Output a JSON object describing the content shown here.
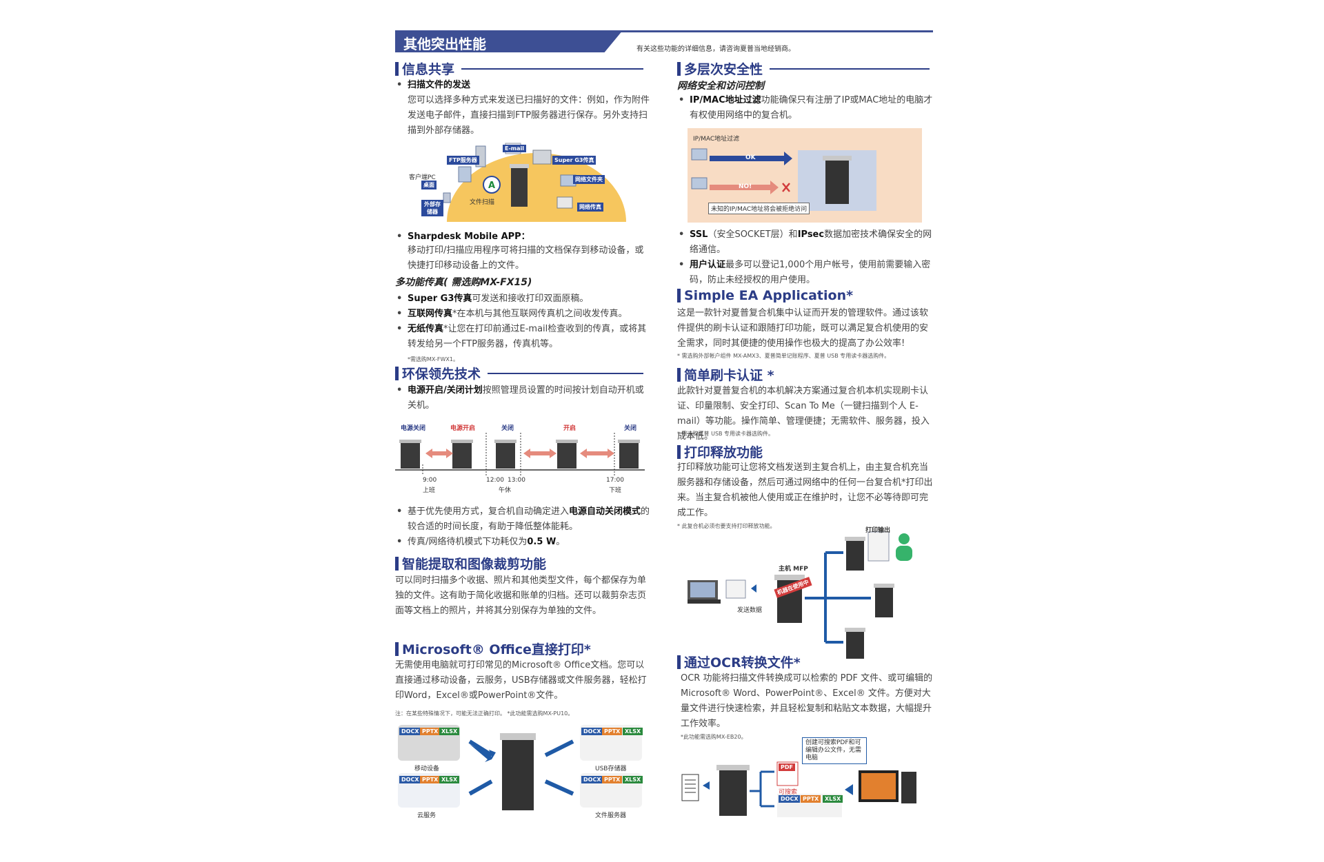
{
  "banner": {
    "title": "其他突出性能",
    "note": "有关这些功能的详细信息，请咨询夏普当地经销商。"
  },
  "left": {
    "info_share": {
      "heading": "信息共享",
      "b1_title": "扫描文件的发送",
      "b1_text": "您可以选择多种方式来发送已扫描好的文件：例如，作为附件发送电子邮件，直接扫描到FTP服务器进行保存。另外支持扫描到外部存储器。",
      "diagram": {
        "email": "E-mail",
        "ftp": "FTP服务器",
        "super_g3": "Super G3传真",
        "client_pc": "客户端PC",
        "desktop": "桌面",
        "network_folder": "网络文件夹",
        "file_scan": "文件扫描",
        "external": "外部存储器",
        "network_fax": "网络传真"
      },
      "b2_title": "Sharpdesk Mobile APP：",
      "b2_text": "移动打印/扫描应用程序可将扫描的文档保存到移动设备，或快捷打印移动设备上的文件。"
    },
    "fax": {
      "subheading": "多功能传真( 需选购MX-FX15)",
      "items": [
        {
          "bold": "Super G3传真",
          "text": "可发送和接收打印双面原稿。"
        },
        {
          "bold": "互联网传真",
          "text": "*在本机与其他互联网传真机之间收发传真。"
        },
        {
          "bold": "无纸传真",
          "text": "*让您在打印前通过E-mail检查收到的传真，或将其转发给另一个FTP服务器，传真机等。"
        }
      ],
      "footnote": "*需选购MX-FWX1。"
    },
    "eco": {
      "heading": "环保领先技术",
      "b1_bold": "电源开启/关闭计划",
      "b1_text": "按照管理员设置的时间按计划自动开机或关机。",
      "timeline": {
        "labels": [
          "电源关闭",
          "电源开启",
          "关闭",
          "开启",
          "关闭"
        ],
        "times": [
          "9:00",
          "12:00",
          "13:00",
          "17:00"
        ],
        "time_notes": [
          "上班",
          "午休",
          "下班"
        ]
      },
      "b2_pre": "基于优先使用方式，复合机自动确定进入",
      "b2_bold": "电源自动关闭模式",
      "b2_post": "的较合适的时间长度，有助于降低整体能耗。",
      "b3_pre": "传真/网络待机模式下功耗仅为",
      "b3_bold": "0.5 W",
      "b3_post": "。"
    },
    "crop": {
      "heading": "智能提取和图像裁剪功能",
      "text": "可以同时扫描多个收据、照片和其他类型文件，每个都保存为单独的文件。这有助于简化收据和账单的归档。还可以裁剪杂志页面等文档上的照片，并将其分别保存为单独的文件。"
    },
    "office": {
      "heading": "Microsoft® Office直接打印*",
      "text": "无需使用电脑就可打印常见的Microsoft® Office文档。您可以直接通过移动设备，云服务，USB存储器或文件服务器，轻松打印Word，Excel®或PowerPoint®文件。",
      "footnote": "注：在某些特殊情况下，可能无法正确打印。 *此功能需选购MX-PU10。",
      "labels": {
        "mobile": "移动设备",
        "usb": "USB存储器",
        "cloud": "云服务",
        "file_server": "文件服务器",
        "docx": "DOCX",
        "pptx": "PPTX",
        "xlsx": "XLSX"
      }
    }
  },
  "right": {
    "security": {
      "heading": "多层次安全性",
      "subheading": "网络安全和访问控制",
      "b1_bold": "IP/MAC地址过滤",
      "b1_text": "功能确保只有注册了IP或MAC地址的电脑才有权使用网络中的复合机。",
      "diagram": {
        "title": "IP/MAC地址过滤",
        "ok": "OK",
        "no": "NO!",
        "note": "未知的IP/MAC地址将会被拒绝访问"
      },
      "b2_bold1": "SSL",
      "b2_mid": "（安全SOCKET层）和",
      "b2_bold2": "IPsec",
      "b2_text": "数据加密技术确保安全的网络通信。",
      "b3_bold": "用户认证",
      "b3_text": "最多可以登记1,000个用户帐号，使用前需要输入密码，防止未经授权的用户使用。"
    },
    "ea": {
      "heading": "Simple EA Application*",
      "text": "这是一款针对夏普复合机集中认证而开发的管理软件。通过该软件提供的刷卡认证和跟随打印功能，既可以满足复合机使用的安全需求，同时其便捷的使用操作也极大的提高了办公效率!",
      "footnote": "* 需选购外部帐户组件 MX-AMX3、夏普简单记账程序、夏普 USB 专用读卡器选购件。"
    },
    "card": {
      "heading": "简单刷卡认证 *",
      "text": "此款针对夏普复合机的本机解决方案通过复合机本机实现刷卡认证、印量限制、安全打印、Scan To Me（一键扫描到个人 E-mail）等功能。操作简单、管理便捷；无需软件、服务器，投入成本低。",
      "footnote": "* 需选购夏普 USB 专用读卡器选购件。"
    },
    "release": {
      "heading": "打印释放功能",
      "text": "打印释放功能可让您将文档发送到主复合机上，由主复合机充当服务器和存储设备，然后可通过网络中的任何一台复合机*打印出来。当主复合机被他人使用或正在维护时，让您不必等待即可完成工作。",
      "footnote": "* 此复合机必须也要支持打印释放功能。",
      "labels": {
        "output": "打印输出",
        "main_mfp": "主机 MFP",
        "in_use": "机器在使用中",
        "send": "发送数据"
      }
    },
    "ocr": {
      "heading": "通过OCR转换文件*",
      "text": "OCR 功能将扫描文件转换成可以检索的 PDF 文件、或可编辑的 Microsoft® Word、PowerPoint®、Excel® 文件。方便对大量文件进行快速检索，并且轻松复制和粘贴文本数据，大幅提升工作效率。",
      "footnote": "*此功能需选购MX-EB20。",
      "callout": "创建可搜索PDF和可编辑办公文件，无需电脑",
      "pdf": "PDF",
      "searchable": "可搜索",
      "docx": "DOCX",
      "pptx": "PPTX",
      "xlsx": "XLSX"
    }
  },
  "colors": {
    "brand": "#2b3c86",
    "banner": "#3d4f94",
    "ok_arrow": "#2b4a9c",
    "no_arrow": "#e58b7d",
    "peach_bg": "#f8dcc4"
  }
}
